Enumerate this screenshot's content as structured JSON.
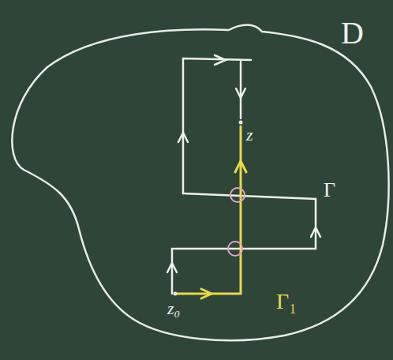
{
  "diagram": {
    "labels": [
      "D",
      "z",
      "z₀",
      "Γ",
      "Γ₁"
    ]
  }
}
